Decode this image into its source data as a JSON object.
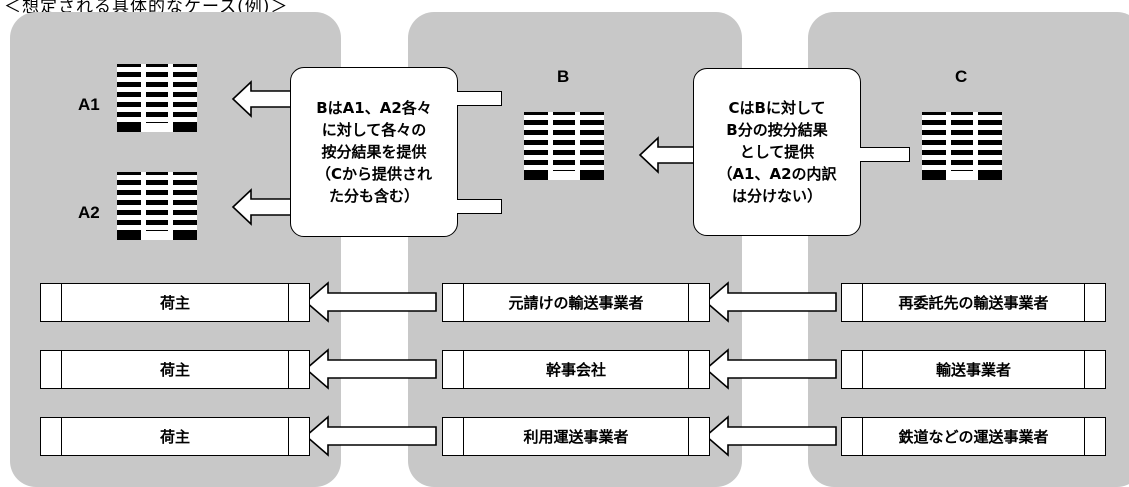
{
  "header": {
    "title": "＜想定される具体的なケース(例)＞"
  },
  "nodes": {
    "a1": "A1",
    "a2": "A2",
    "b": "B",
    "c": "C"
  },
  "notes": {
    "b_note": [
      "BはA1、A2各々",
      "に対して各々の",
      "按分結果を提供",
      "（Cから提供され",
      "た分も含む）"
    ],
    "c_note": [
      "CはBに対して",
      "B分の按分結果",
      "として提供",
      "（A1、A2の内訳",
      "は分けない）"
    ]
  },
  "rows": [
    {
      "left": "荷主",
      "middle": "元請けの輸送事業者",
      "right": "再委託先の輸送事業者"
    },
    {
      "left": "荷主",
      "middle": "幹事会社",
      "right": "輸送事業者"
    },
    {
      "left": "荷主",
      "middle": "利用運送事業者",
      "right": "鉄道などの運送事業者"
    }
  ]
}
